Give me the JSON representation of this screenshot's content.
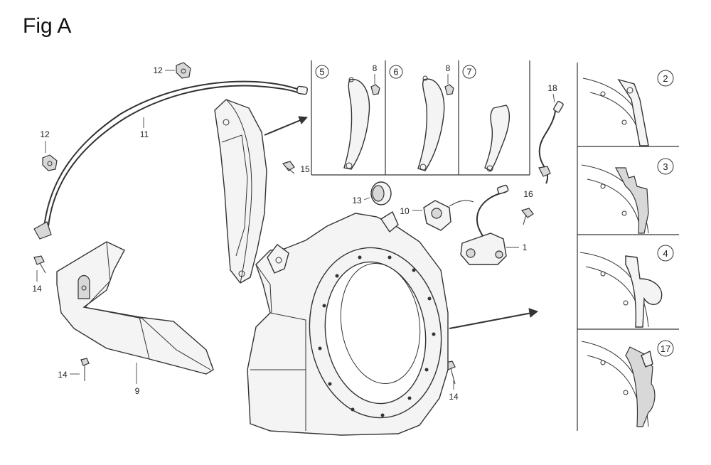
{
  "figure": {
    "title": "Fig A"
  },
  "callouts": {
    "c1": "1",
    "c8a": "8",
    "c8b": "8",
    "c9": "9",
    "c10": "10",
    "c11": "11",
    "c12a": "12",
    "c12b": "12",
    "c13": "13",
    "c14a": "14",
    "c14b": "14",
    "c14c": "14",
    "c15": "15",
    "c16": "16",
    "c18": "18"
  },
  "inset_panels": {
    "variants": [
      "5",
      "6",
      "7"
    ],
    "shroud_options": [
      "2",
      "3",
      "4",
      "17"
    ]
  }
}
